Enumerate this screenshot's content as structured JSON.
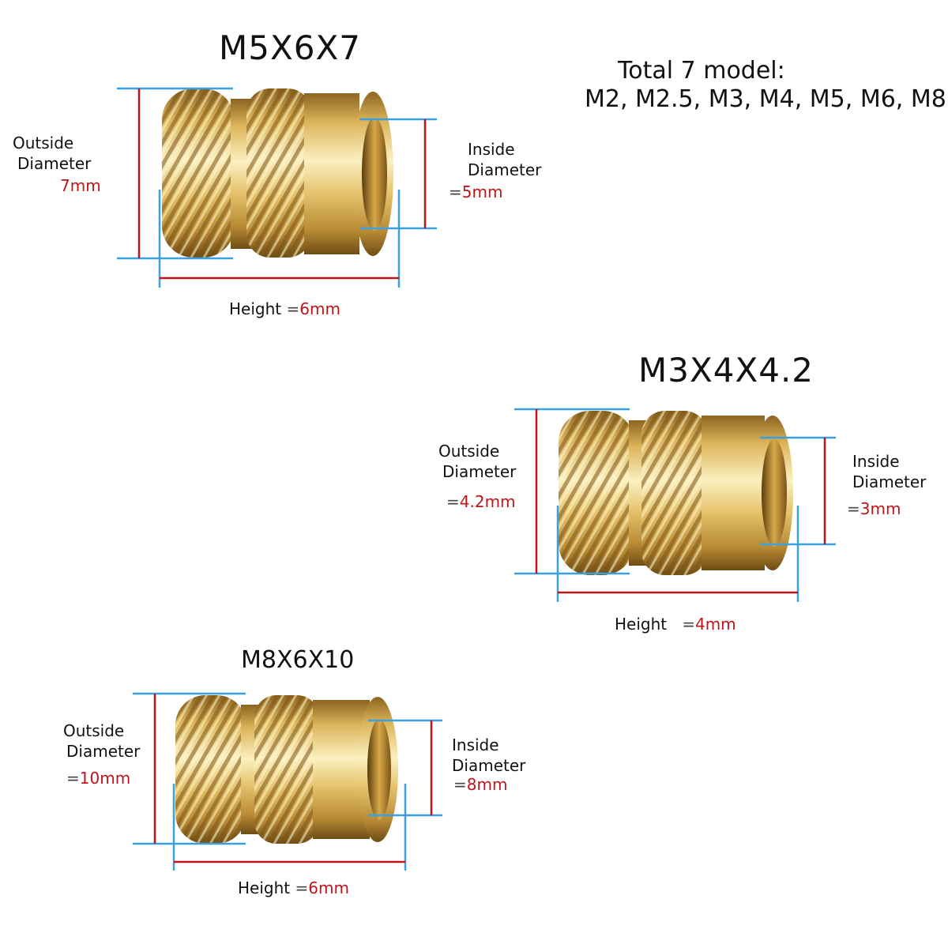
{
  "colors": {
    "red": "#c0141b",
    "blue": "#3aa0e0",
    "brass_light": "#f6e7a8",
    "brass_mid": "#dcb45a",
    "brass_dark": "#8c6420"
  },
  "summary": {
    "heading": "Total 7 model:",
    "models": "M2, M2.5, M3, M4, M5, M6, M8"
  },
  "inserts": [
    {
      "title": "M5X6X7",
      "outside_label_1": "Outside",
      "outside_label_2": "Diameter",
      "outside_value": "7mm",
      "inside_label_1": "Inside",
      "inside_label_2": "Diameter",
      "inside_eq": "=",
      "inside_value": "5mm",
      "height_label": "Height",
      "height_eq": "=",
      "height_value": "6mm"
    },
    {
      "title": "M3X4X4.2",
      "outside_label_1": "Outside",
      "outside_label_2": "Diameter",
      "outside_eq": "=",
      "outside_value": "4.2mm",
      "inside_label_1": "Inside",
      "inside_label_2": "Diameter",
      "inside_eq": "=",
      "inside_value": "3mm",
      "height_label": "Height",
      "height_eq": "=",
      "height_value": "4mm"
    },
    {
      "title": "M8X6X10",
      "outside_label_1": "Outside",
      "outside_label_2": "Diameter",
      "outside_eq": "=",
      "outside_value": "10mm",
      "inside_label_1": "Inside",
      "inside_label_2": "Diameter",
      "inside_eq": "=",
      "inside_value": "8mm",
      "height_label": "Height",
      "height_eq": "=",
      "height_value": "6mm"
    }
  ]
}
